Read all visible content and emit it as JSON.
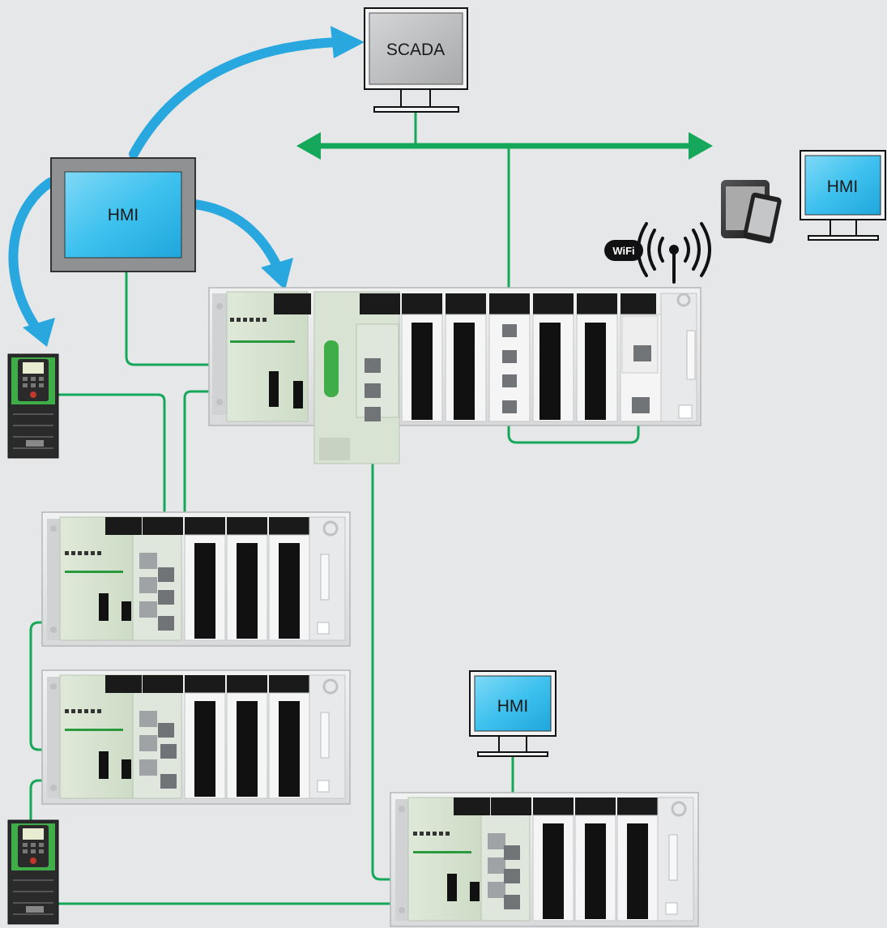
{
  "labels": {
    "scada": "SCADA",
    "hmi_main": "HMI",
    "hmi_remote": "HMI",
    "hmi_bottom": "HMI",
    "wifi": "WiFi"
  },
  "icons": {
    "wifi_badge": "wifi-icon",
    "antenna": "wireless-antenna-icon",
    "tablet": "tablet-phone-icon",
    "drive": "variable-speed-drive-icon"
  },
  "colors": {
    "background": "#e6e7e8",
    "ethernet_link": "#16a85a",
    "wireless_access": "#29a8e0",
    "hmi_screen": "#3ec1ee",
    "scada_screen": "#b9bbbd"
  }
}
